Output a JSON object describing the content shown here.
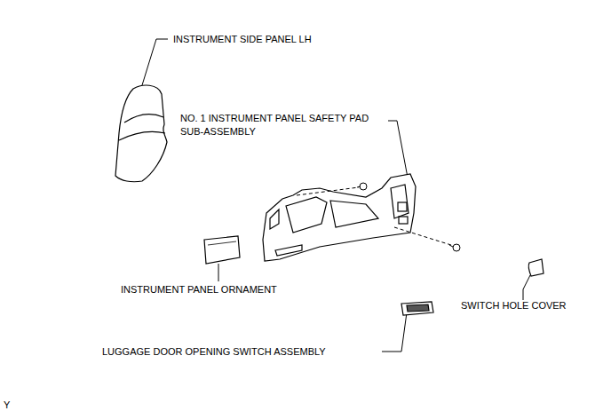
{
  "diagram": {
    "labels": [
      "INSTRUMENT SIDE PANEL LH",
      "NO. 1 INSTRUMENT PANEL SAFETY PAD SUB-ASSEMBLY",
      "INSTRUMENT PANEL ORNAMENT",
      "SWITCH HOLE COVER",
      "LUGGAGE DOOR OPENING SWITCH ASSEMBLY",
      "Y"
    ]
  }
}
